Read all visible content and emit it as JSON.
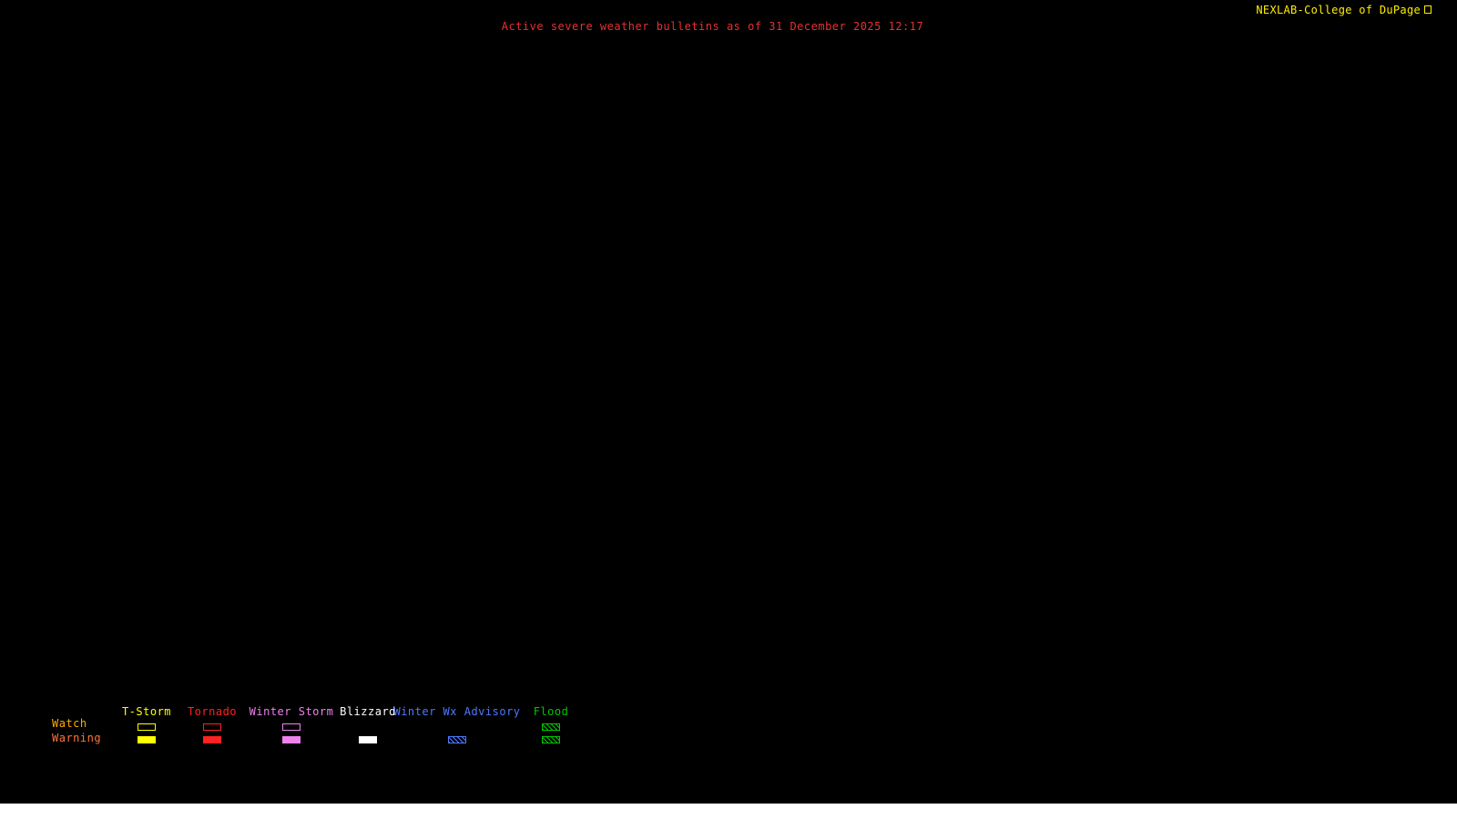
{
  "header": {
    "title": "Active severe weather bulletins as of 31 December 2025 12:17",
    "credit": "NEXLAB-College of DuPage"
  },
  "legend": {
    "watch_label": "Watch",
    "warning_label": "Warning",
    "columns": [
      {
        "label": "T-Storm",
        "watch_swatch": "outline",
        "warning_swatch": "fill"
      },
      {
        "label": "Tornado",
        "watch_swatch": "outline",
        "warning_swatch": "fill"
      },
      {
        "label": "Winter Storm",
        "watch_swatch": "outline",
        "warning_swatch": "fill"
      },
      {
        "label": "Blizzard",
        "watch_swatch": "none",
        "warning_swatch": "fill"
      },
      {
        "label": "Winter Wx Advisory",
        "watch_swatch": "none",
        "warning_swatch": "hatch"
      },
      {
        "label": "Flood",
        "watch_swatch": "hatch",
        "warning_swatch": "hatch"
      }
    ]
  },
  "colors": {
    "background": "#000000",
    "title": "#e83030",
    "credit": "#ffee00",
    "watch_label": "#ffaa00",
    "warning_label": "#ff7733",
    "tstorm": "#ffff00",
    "tornado": "#ff2222",
    "winter_storm": "#ee82ee",
    "blizzard": "#ffffff",
    "winter_wx": "#4d79ff",
    "flood": "#00c800"
  }
}
